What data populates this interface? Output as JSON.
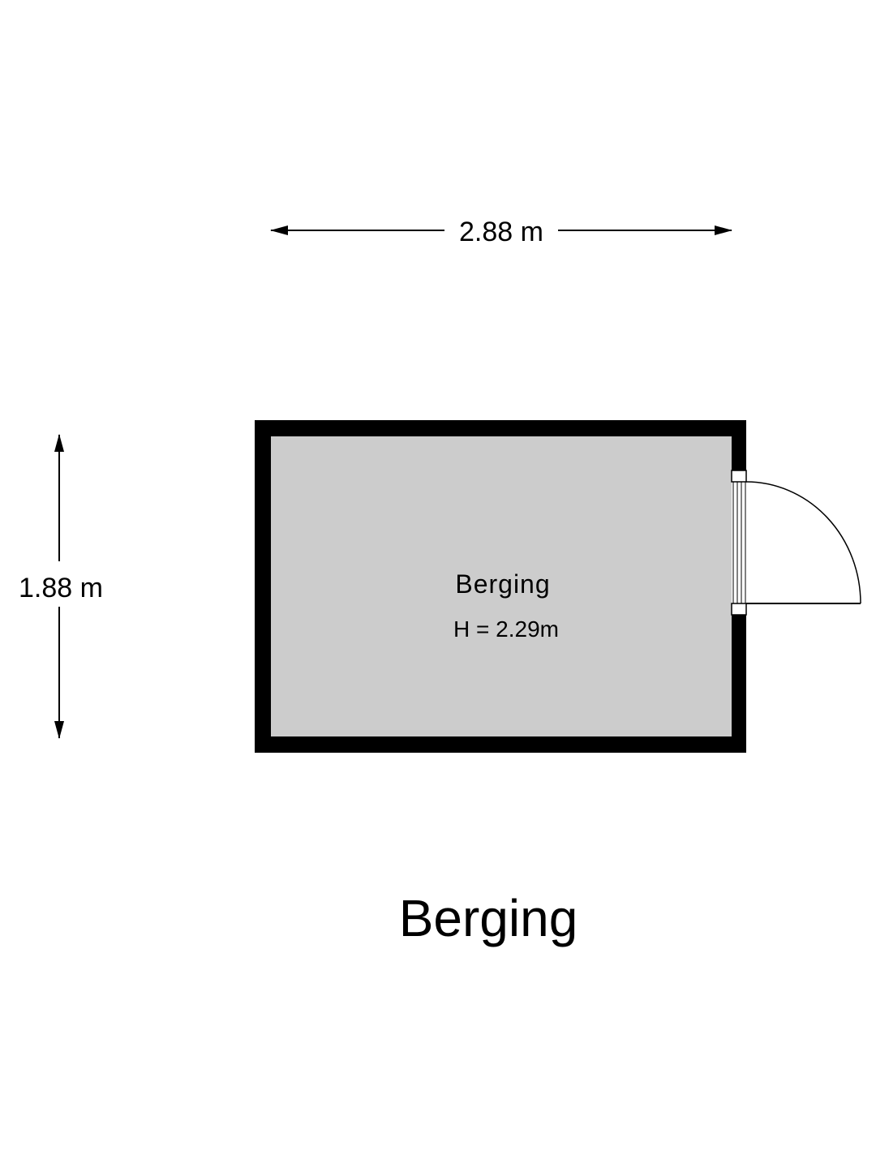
{
  "dimensions": {
    "width_label": "2.88 m",
    "depth_label": "1.88 m"
  },
  "room": {
    "name": "Berging",
    "height_label": "H = 2.29m",
    "floor_color": "#cccccc",
    "wall_color": "#000000"
  },
  "floor_title": "Berging"
}
